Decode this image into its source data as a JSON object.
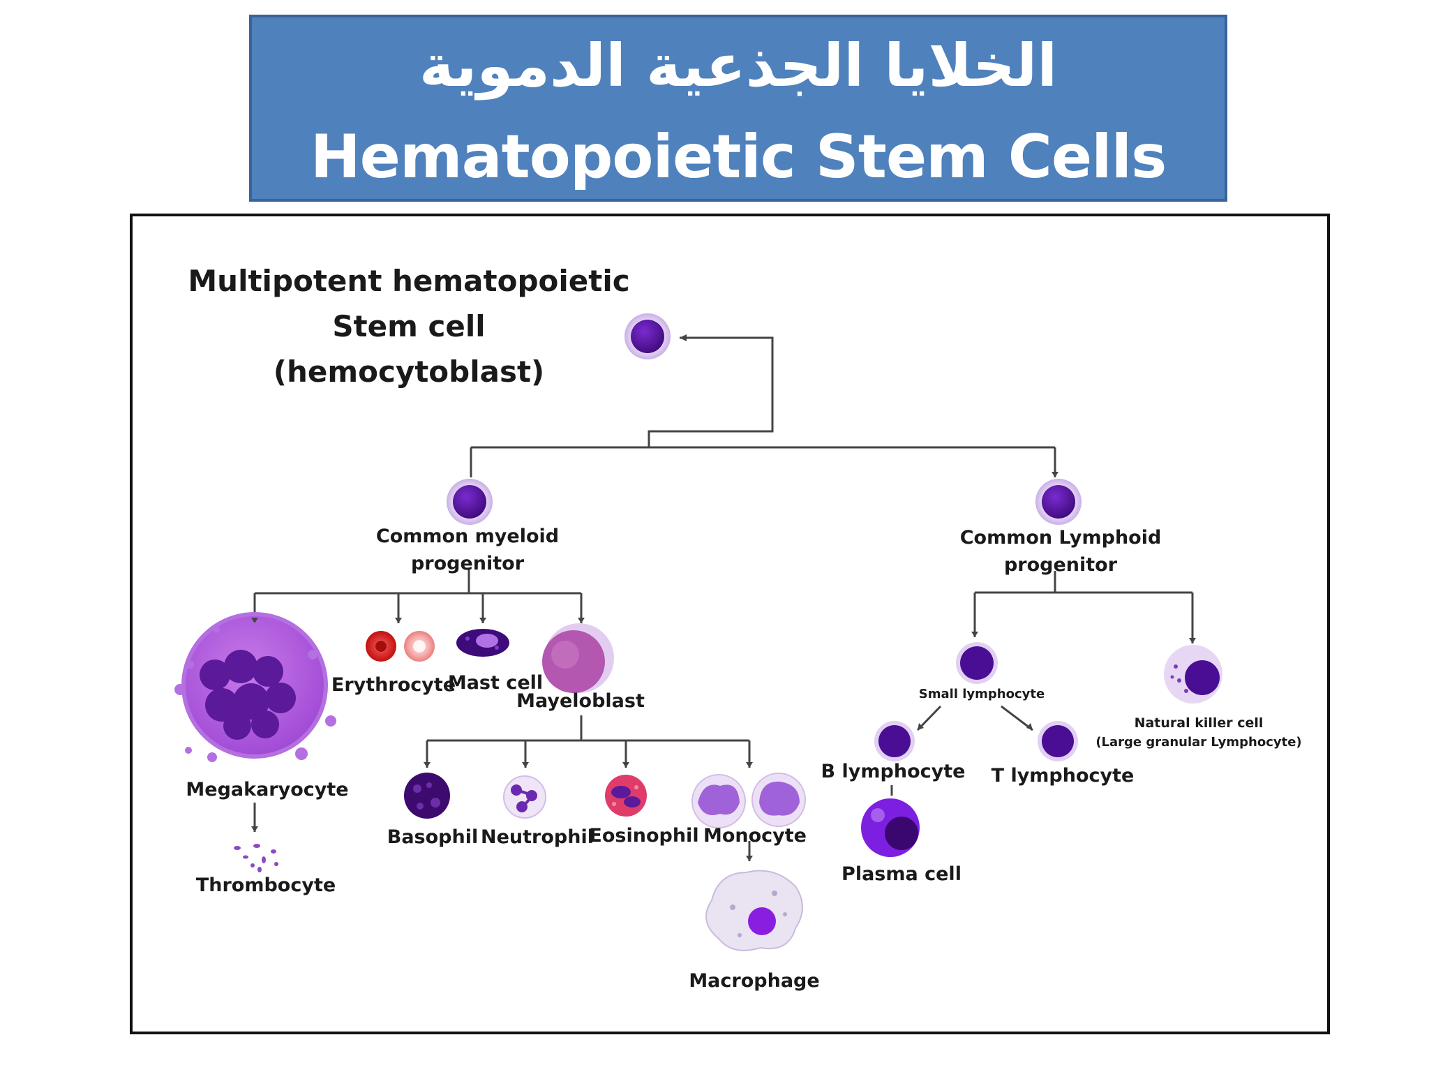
{
  "title": {
    "arabic": "الخلايا الجذعية الدموية",
    "english": "Hematopoietic Stem Cells"
  },
  "diagram": {
    "stem_cell_label": [
      "Multipotent hematopoietic",
      "Stem cell",
      "(hemocytoblast)"
    ],
    "common_myeloid": [
      "Common myeloid",
      "progenitor"
    ],
    "common_lymphoid": [
      "Common Lymphoid",
      "progenitor"
    ],
    "megakaryocyte": "Megakaryocyte",
    "thrombocyte": "Thrombocyte",
    "erythrocyte": "Erythrocyte",
    "mast_cell": "Mast cell",
    "myeloblast": "Mayeloblast",
    "basophil": "Basophil",
    "neutrophil": "Neutrophil",
    "eosinophil": "Eosinophil",
    "monocyte": "Monocyte",
    "macrophage": "Macrophage",
    "small_lymphocyte": "Small lymphocyte",
    "nk_cell": [
      "Natural killer cell",
      "(Large granular Lymphocyte)"
    ],
    "b_lymphocyte": "B lymphocyte",
    "t_lymphocyte": "T lymphocyte",
    "plasma_cell": "Plasma cell"
  },
  "colors": {
    "title_bg": "#4f81bd",
    "nucleus": "#5a0fa0",
    "halo": "#d9c4ee",
    "line": "#444444"
  }
}
